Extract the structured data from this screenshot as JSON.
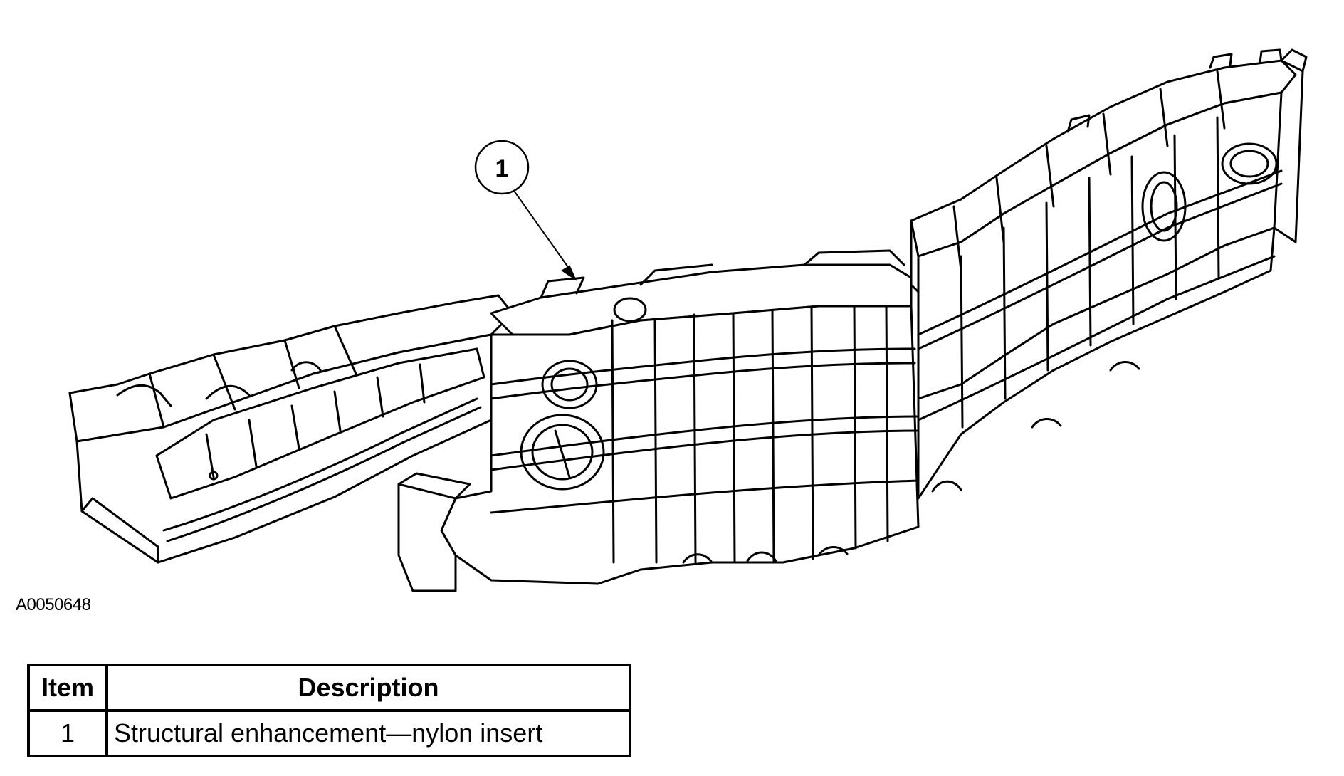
{
  "callout": {
    "number": "1"
  },
  "figure": {
    "id": "A0050648"
  },
  "legend": {
    "headers": {
      "item": "Item",
      "description": "Description"
    },
    "rows": [
      {
        "item": "1",
        "description": "Structural enhancement—nylon insert"
      }
    ]
  }
}
